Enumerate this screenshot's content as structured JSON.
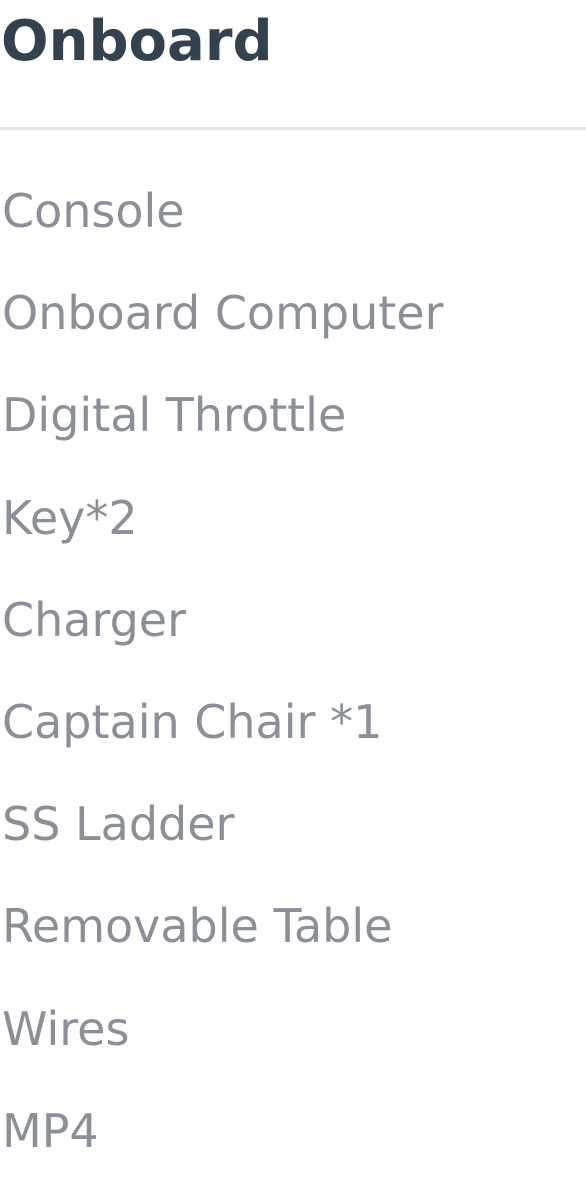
{
  "section": {
    "title": "Onboard",
    "items": [
      "Console",
      "Onboard Computer",
      "Digital Throttle",
      "Key*2",
      "Charger",
      "Captain Chair *1",
      "SS Ladder",
      "Removable Table",
      "Wires",
      "MP4"
    ]
  }
}
